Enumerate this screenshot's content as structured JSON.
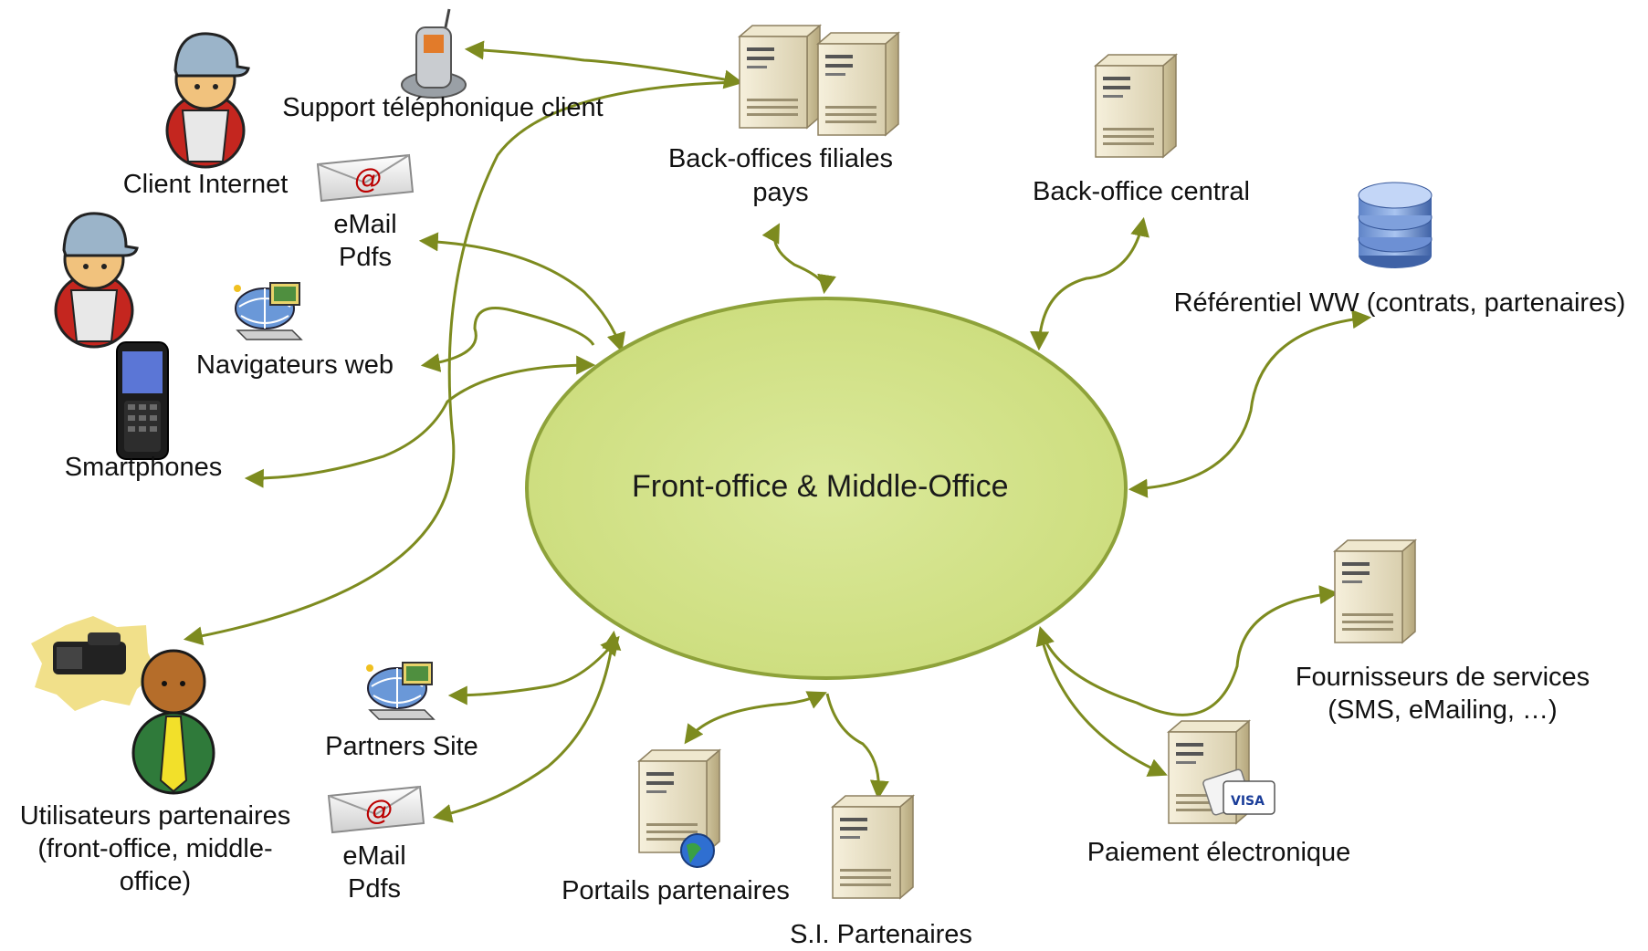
{
  "center": {
    "label": "Front-office & Middle-Office",
    "fill": "#d4e38a",
    "stroke": "#8ea23a"
  },
  "connector_color": "#7d8b1f",
  "nodes": {
    "support_tel": {
      "label": "Support téléphonique  client",
      "icon": "phone-icon"
    },
    "client_internet": {
      "label": "Client Internet",
      "icon": "user-icon"
    },
    "email_pdfs_top": {
      "line1": "eMail",
      "line2": "Pdfs",
      "icon": "email-icon"
    },
    "navigateurs_web": {
      "label": "Navigateurs web",
      "icon": "web-icon"
    },
    "smartphones": {
      "label": "Smartphones",
      "icon": "smartphone-icon"
    },
    "back_offices_filiales": {
      "line1": "Back-offices filiales",
      "line2": "pays",
      "icon": "server-icon"
    },
    "back_office_central": {
      "label": "Back-office central",
      "icon": "server-icon"
    },
    "referentiel": {
      "label": "Référentiel WW (contrats, partenaires)",
      "icon": "database-icon"
    },
    "fournisseurs": {
      "line1": "Fournisseurs de services",
      "line2": "(SMS, eMailing, …)",
      "icon": "server-icon"
    },
    "paiement": {
      "label": "Paiement électronique",
      "icon": "server-card-icon"
    },
    "si_partenaires": {
      "label": "S.I. Partenaires",
      "icon": "server-icon"
    },
    "portails": {
      "label": "Portails partenaires",
      "icon": "server-globe-icon"
    },
    "email_pdfs_bottom": {
      "line1": "eMail",
      "line2": "Pdfs",
      "icon": "email-icon"
    },
    "partners_site": {
      "label": "Partners Site",
      "icon": "web-icon"
    },
    "utilisateurs": {
      "line1": "Utilisateurs partenaires",
      "line2": "(front-office, middle-",
      "line3": "office)",
      "icon": "partner-user-icon"
    }
  }
}
